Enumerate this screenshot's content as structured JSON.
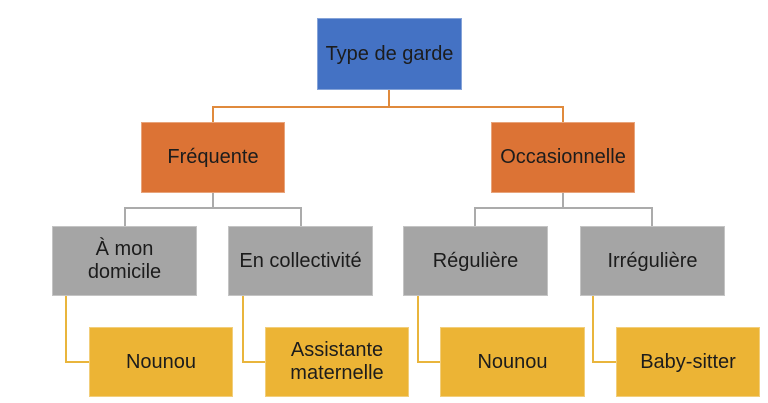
{
  "diagram": {
    "type": "hierarchy-chart",
    "title": "Type de garde",
    "colors": {
      "level1_fill": "#4472C4",
      "level2_fill": "#DC7335",
      "level3_fill": "#A5A5A5",
      "level4_fill": "#ECB435",
      "text": "#1C1C1C",
      "connector_level1": "#E08A3C",
      "connector_level2": "#ABABAB",
      "connector_level3": "#E9B53C",
      "background": "#FFFFFF"
    },
    "nodes": {
      "root": {
        "label": "Type de garde",
        "level": 1
      },
      "frequente": {
        "label": "Fréquente",
        "level": 2,
        "parent": "root"
      },
      "occasionnelle": {
        "label": "Occasionnelle",
        "level": 2,
        "parent": "root"
      },
      "a_mon_domicile": {
        "label": "À mon\ndomicile",
        "level": 3,
        "parent": "frequente"
      },
      "en_collectivite": {
        "label": "En collectivité",
        "level": 3,
        "parent": "frequente"
      },
      "reguliere": {
        "label": "Régulière",
        "level": 3,
        "parent": "occasionnelle"
      },
      "irreguliere": {
        "label": "Irrégulière",
        "level": 3,
        "parent": "occasionnelle"
      },
      "nounou_domicile": {
        "label": "Nounou",
        "level": 4,
        "parent": "a_mon_domicile"
      },
      "assistante_maternelle": {
        "label": "Assistante\nmaternelle",
        "level": 4,
        "parent": "en_collectivite"
      },
      "nounou_reguliere": {
        "label": "Nounou",
        "level": 4,
        "parent": "reguliere"
      },
      "baby_sitter": {
        "label": "Baby-sitter",
        "level": 4,
        "parent": "irreguliere"
      }
    }
  }
}
